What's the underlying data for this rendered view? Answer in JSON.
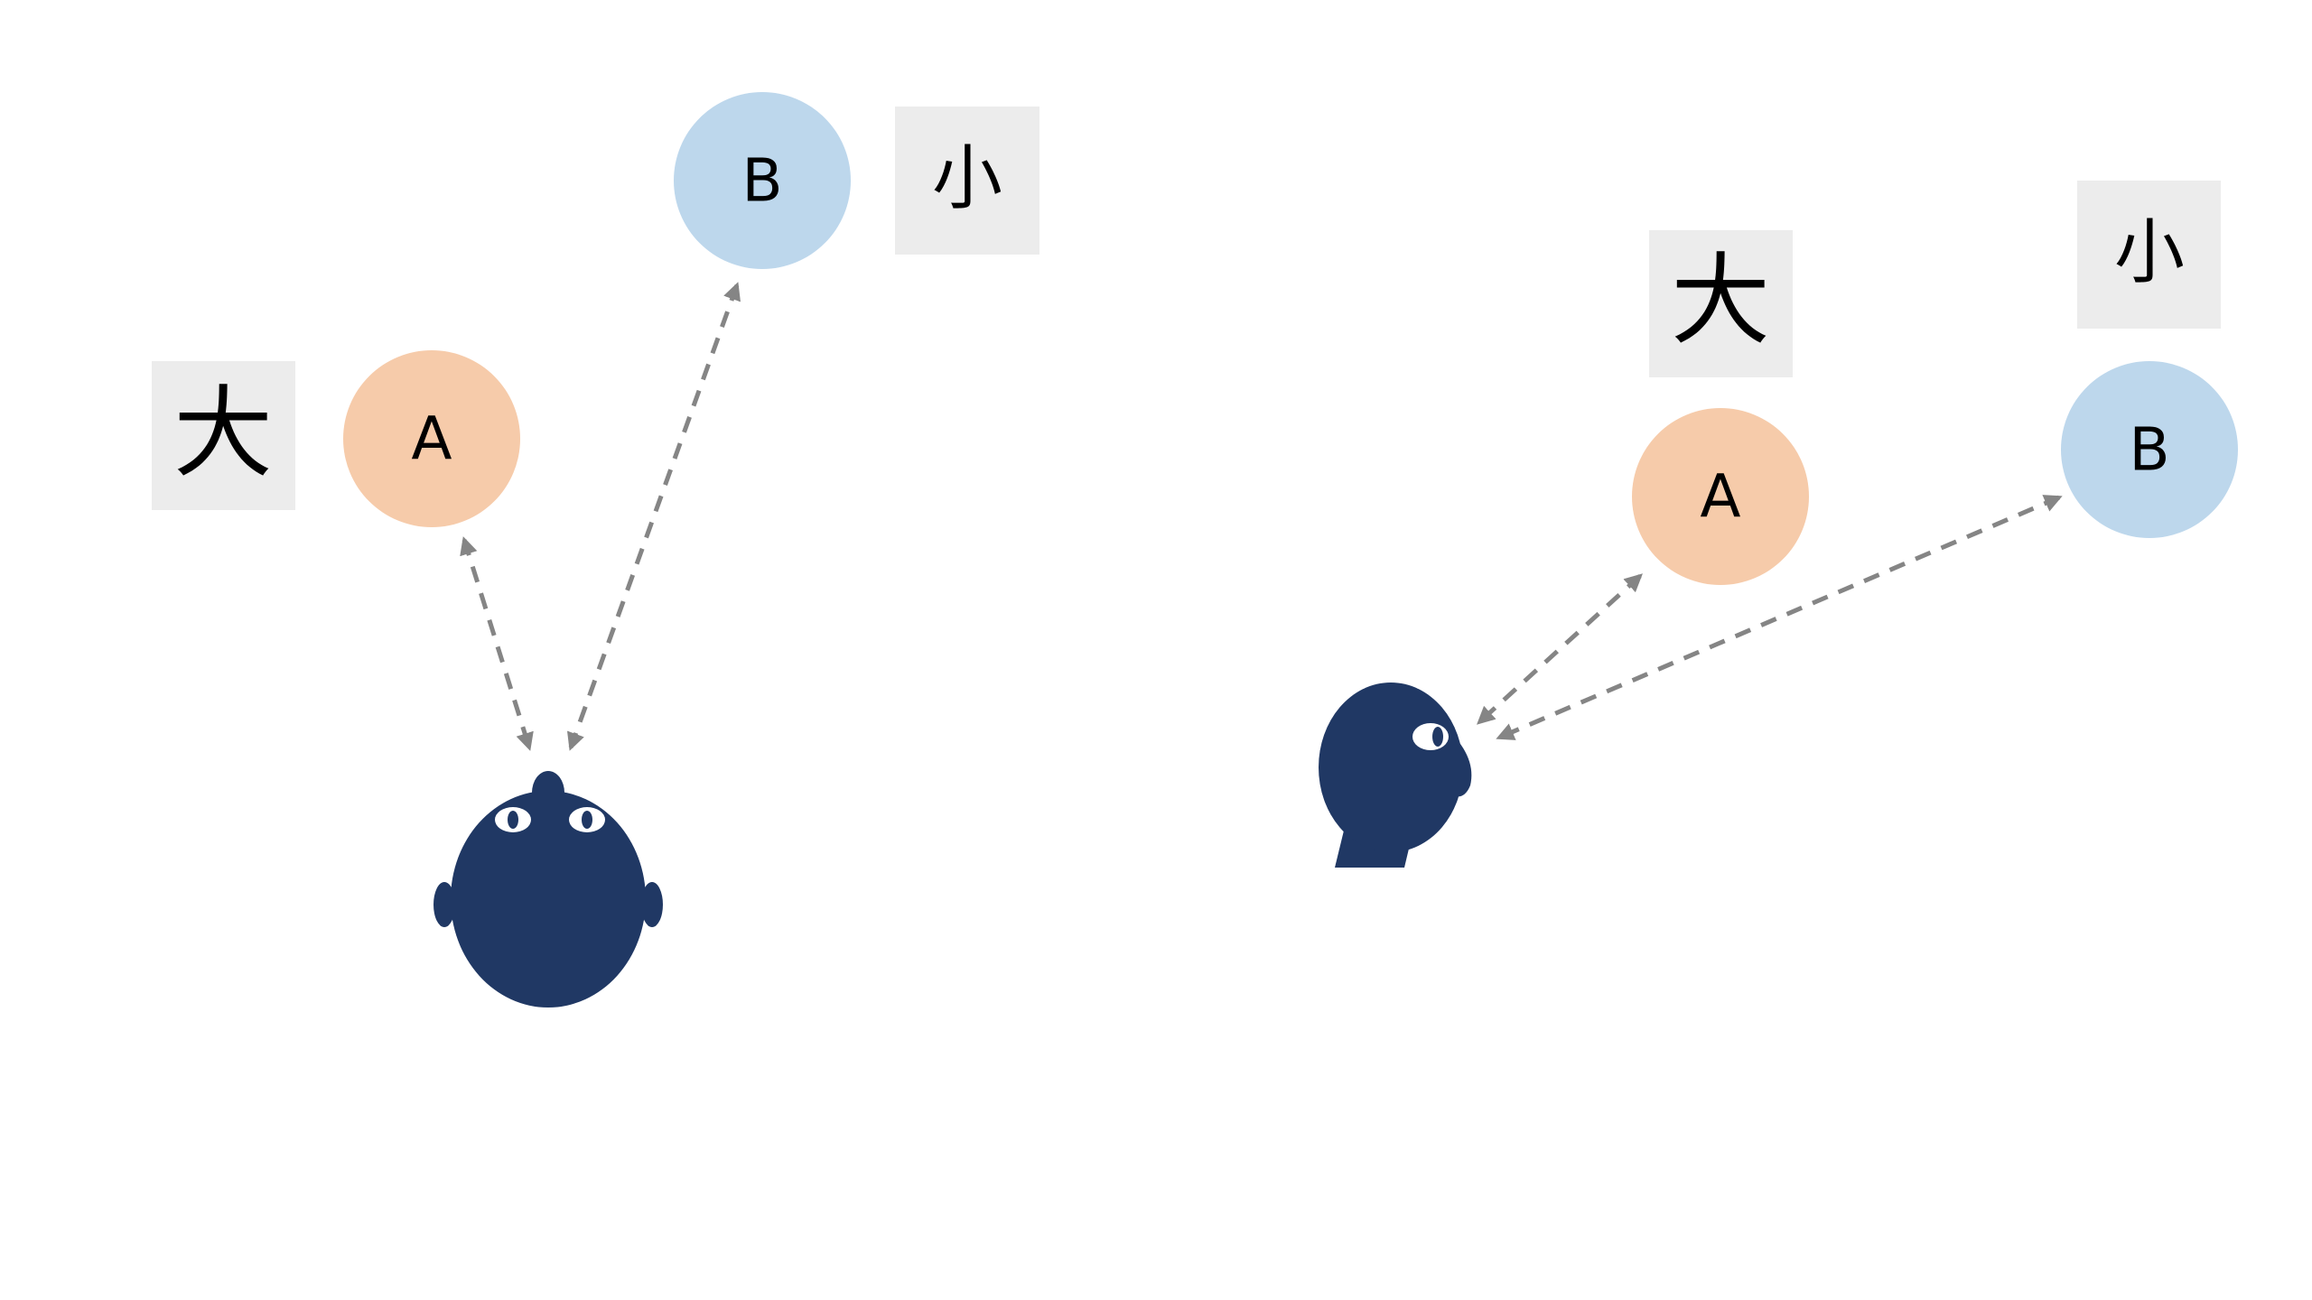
{
  "colors": {
    "circle_a": "#f6cbaa",
    "circle_b": "#bdd7ec",
    "label_box": "#ececec",
    "head": "#203864",
    "arrow": "#858585"
  },
  "front_view": {
    "big_label": "大",
    "small_label": "小",
    "circle_a_label": "A",
    "circle_b_label": "B"
  },
  "side_view": {
    "big_label": "大",
    "small_label": "小",
    "circle_a_label": "A",
    "circle_b_label": "B"
  }
}
